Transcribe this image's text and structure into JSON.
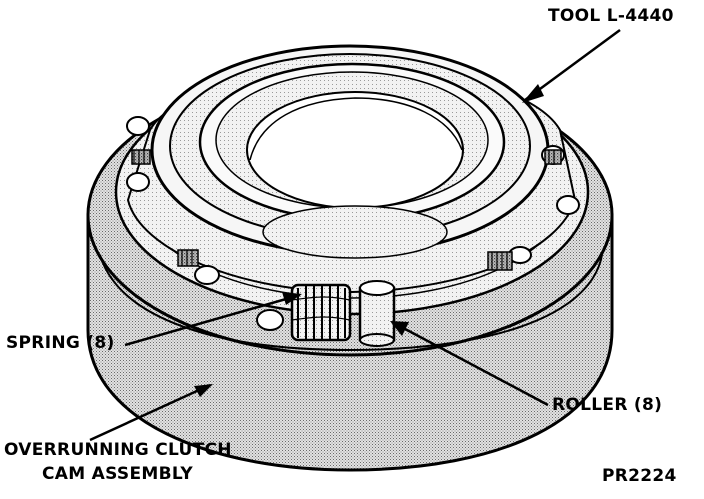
{
  "labels": {
    "tool": "TOOL L-4440",
    "spring": "SPRING (8)",
    "roller": "ROLLER (8)",
    "cam_line1": "OVERRUNNING CLUTCH",
    "cam_line2": "CAM ASSEMBLY",
    "figure_id": "PR2224"
  }
}
